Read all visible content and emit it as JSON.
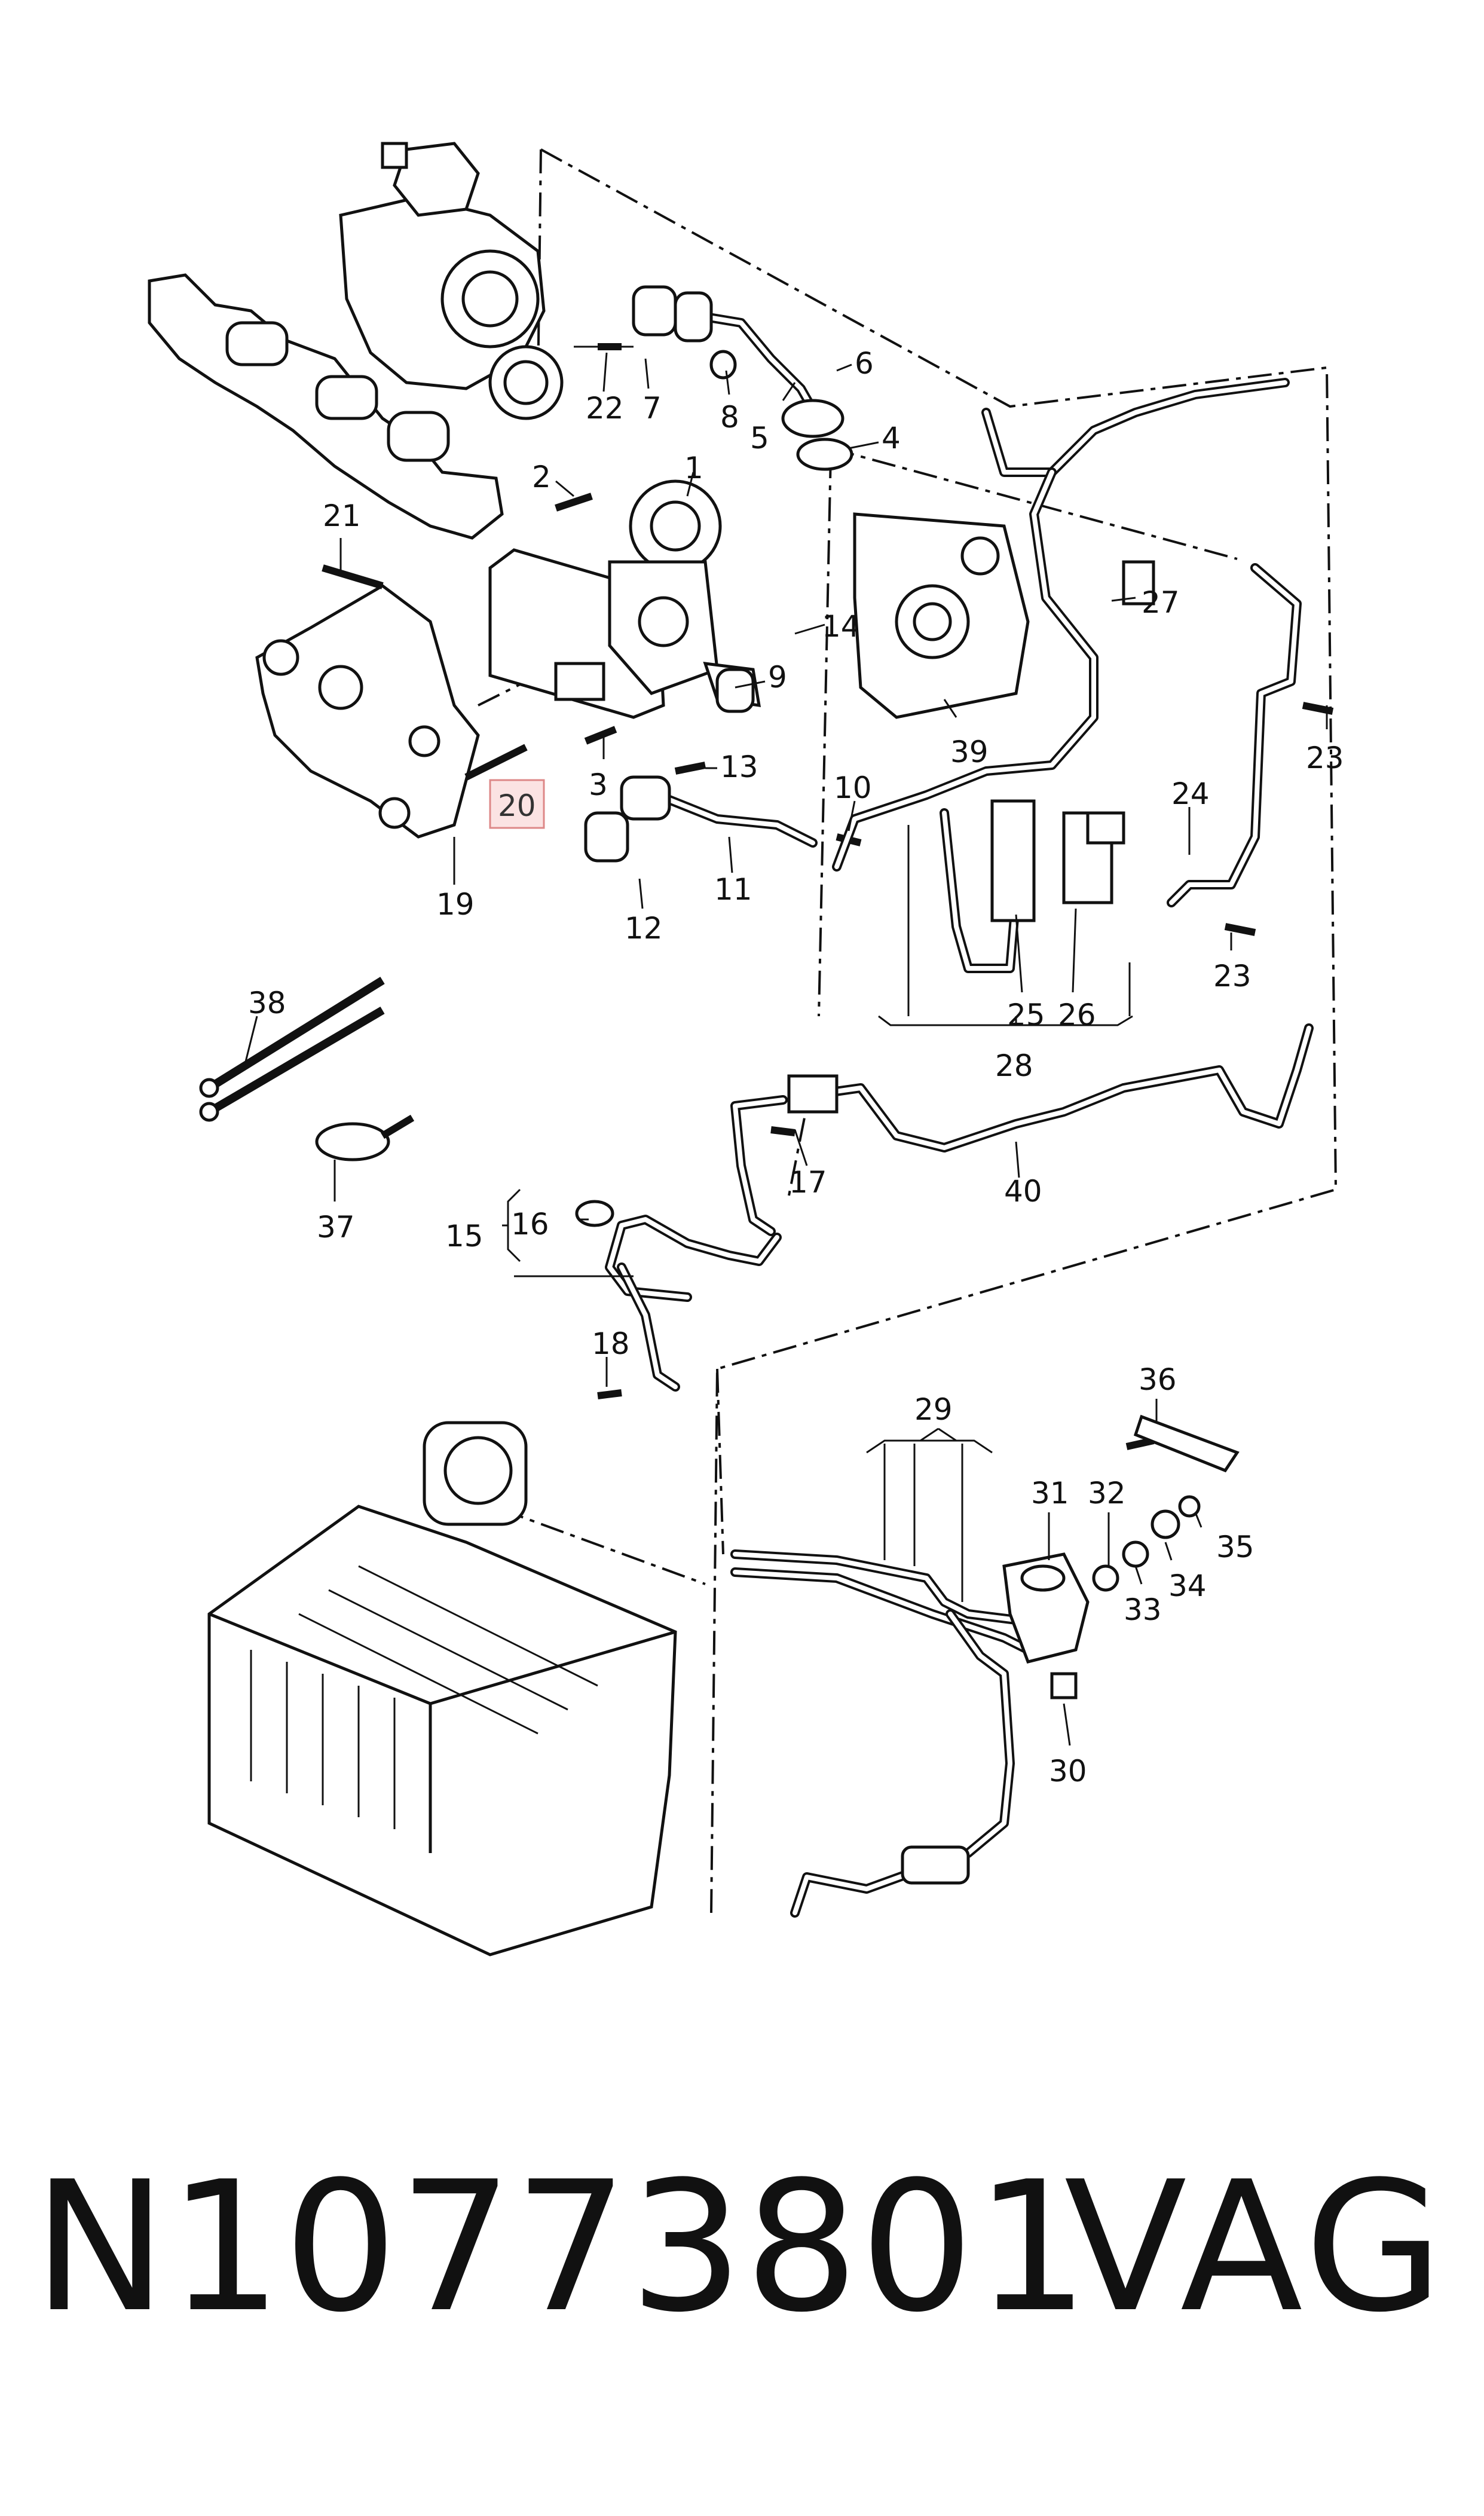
{
  "callouts": {
    "c1": "1",
    "c2": "2",
    "c3": "3",
    "c4": "4",
    "c5": "5",
    "c6": "6",
    "c7": "7",
    "c8": "8",
    "c9": "9",
    "c10": "10",
    "c11": "11",
    "c12": "12",
    "c13": "13",
    "c14": "14",
    "c15": "15",
    "c16": "16",
    "c17": "17",
    "c18": "18",
    "c19": "19",
    "c20": "20",
    "c21": "21",
    "c22": "22",
    "c23a": "23",
    "c23b": "23",
    "c24": "24",
    "c25": "25",
    "c26": "26",
    "c27": "27",
    "c28": "28",
    "c29": "29",
    "c30": "30",
    "c31": "31",
    "c32": "32",
    "c33": "33",
    "c34": "34",
    "c35": "35",
    "c36": "36",
    "c37": "37",
    "c38": "38",
    "c39": "39",
    "c40": "40"
  },
  "highlighted_callout": "20",
  "footer": {
    "part_number": "N10773801",
    "brand": "VAG"
  }
}
